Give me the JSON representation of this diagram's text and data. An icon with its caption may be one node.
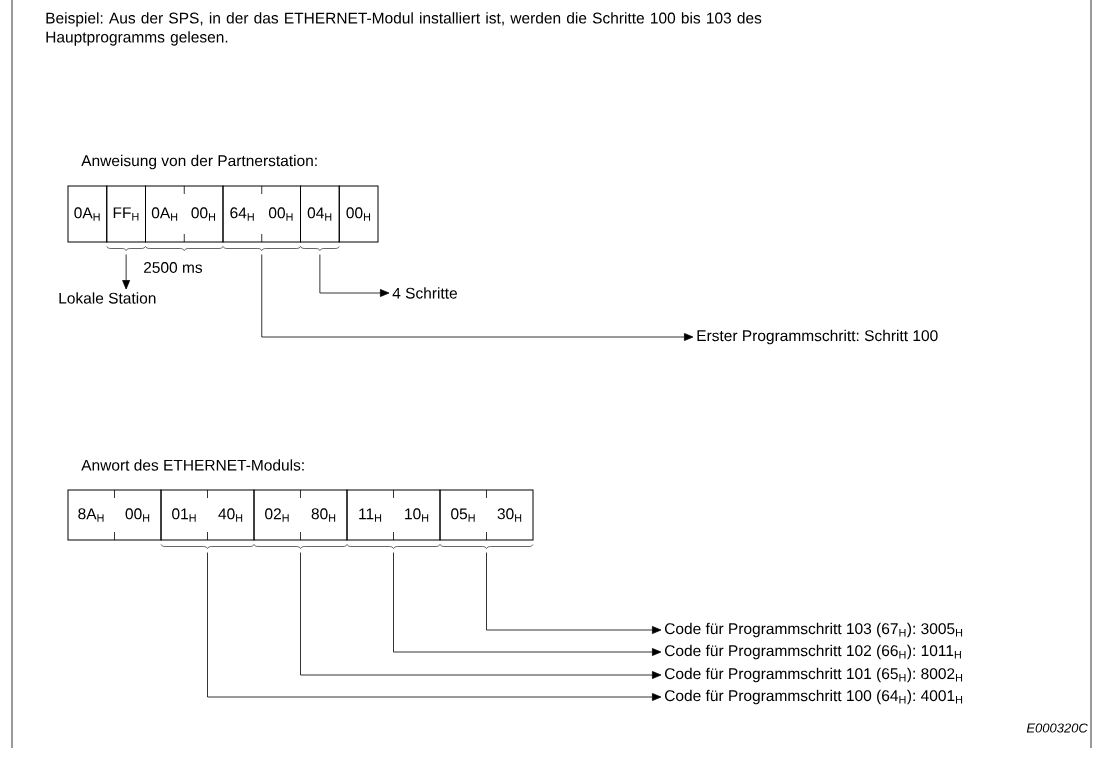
{
  "diagram": {
    "nodes": [
      {
        "text": [
          "0A$_{H}$"
        ]
      },
      {
        "text": [
          "FF$_{H}$"
        ]
      },
      {
        "text": [
          "0A$_{H}$",
          "00$_{H}$"
        ],
        "beside": [
          "2500 ms"
        ]
      },
      {
        "text": [
          "64$_{H}$",
          "00$_{H}$"
        ]
      },
      {
        "text": [
          "04$_{H}$"
        ]
      },
      {
        "text": [
          "00$_{H}$"
        ]
      },
      {
        "text": [
          "Lokale Station"
        ]
      },
      {
        "text": [
          "4 Schritte"
        ]
      },
      {
        "text": [
          "Erster Programmschritt: Schritt 100"
        ]
      },
      {
        "text": [
          "8A$_{H}$",
          "00$_{H}$"
        ]
      },
      {
        "text": [
          "01$_{H}$",
          "40$_{H}$"
        ]
      },
      {
        "text": [
          "02$_{H}$",
          "80$_{H}$"
        ]
      },
      {
        "text": [
          "11$_{H}$",
          "10$_{H}$"
        ]
      },
      {
        "text": [
          "05$_{H}$",
          "30$_{H}$"
        ]
      },
      {
        "text": [
          "Code für Programmschritt 103 (67$_{H}$): 3005$_{H}$"
        ]
      },
      {
        "text": [
          "Code für Programmschritt 102 (66$_{H}$): 1011$_{H}$"
        ]
      },
      {
        "text": [
          "Code für Programmschritt 101 (65$_{H}$): 8002$_{H}$"
        ]
      },
      {
        "text": [
          "Code für Programmschritt 100 (64$_{H}$): 4001$_{H}$"
        ]
      }
    ],
    "edges": [
      {
        "from": 1,
        "to": 6,
        "arrow": "to"
      },
      {
        "from": 4,
        "to": 7,
        "arrow": "to"
      },
      {
        "from": 3,
        "to": 8,
        "arrow": "to"
      },
      {
        "from": 13,
        "to": 14,
        "arrow": "to"
      },
      {
        "from": 12,
        "to": 15,
        "arrow": "to"
      },
      {
        "from": 11,
        "to": 16,
        "arrow": "to"
      },
      {
        "from": 10,
        "to": 17,
        "arrow": "to"
      }
    ],
    "labels": [
      "Beispiel: Aus der SPS, in der das ETHERNET-Modul installiert ist, werden die Schritte 100 bis 103 des Hauptprogramms gelesen.",
      "Anweisung von der Partnerstation:",
      "Anwort des ETHERNET-Moduls:",
      "E000320C"
    ]
  }
}
